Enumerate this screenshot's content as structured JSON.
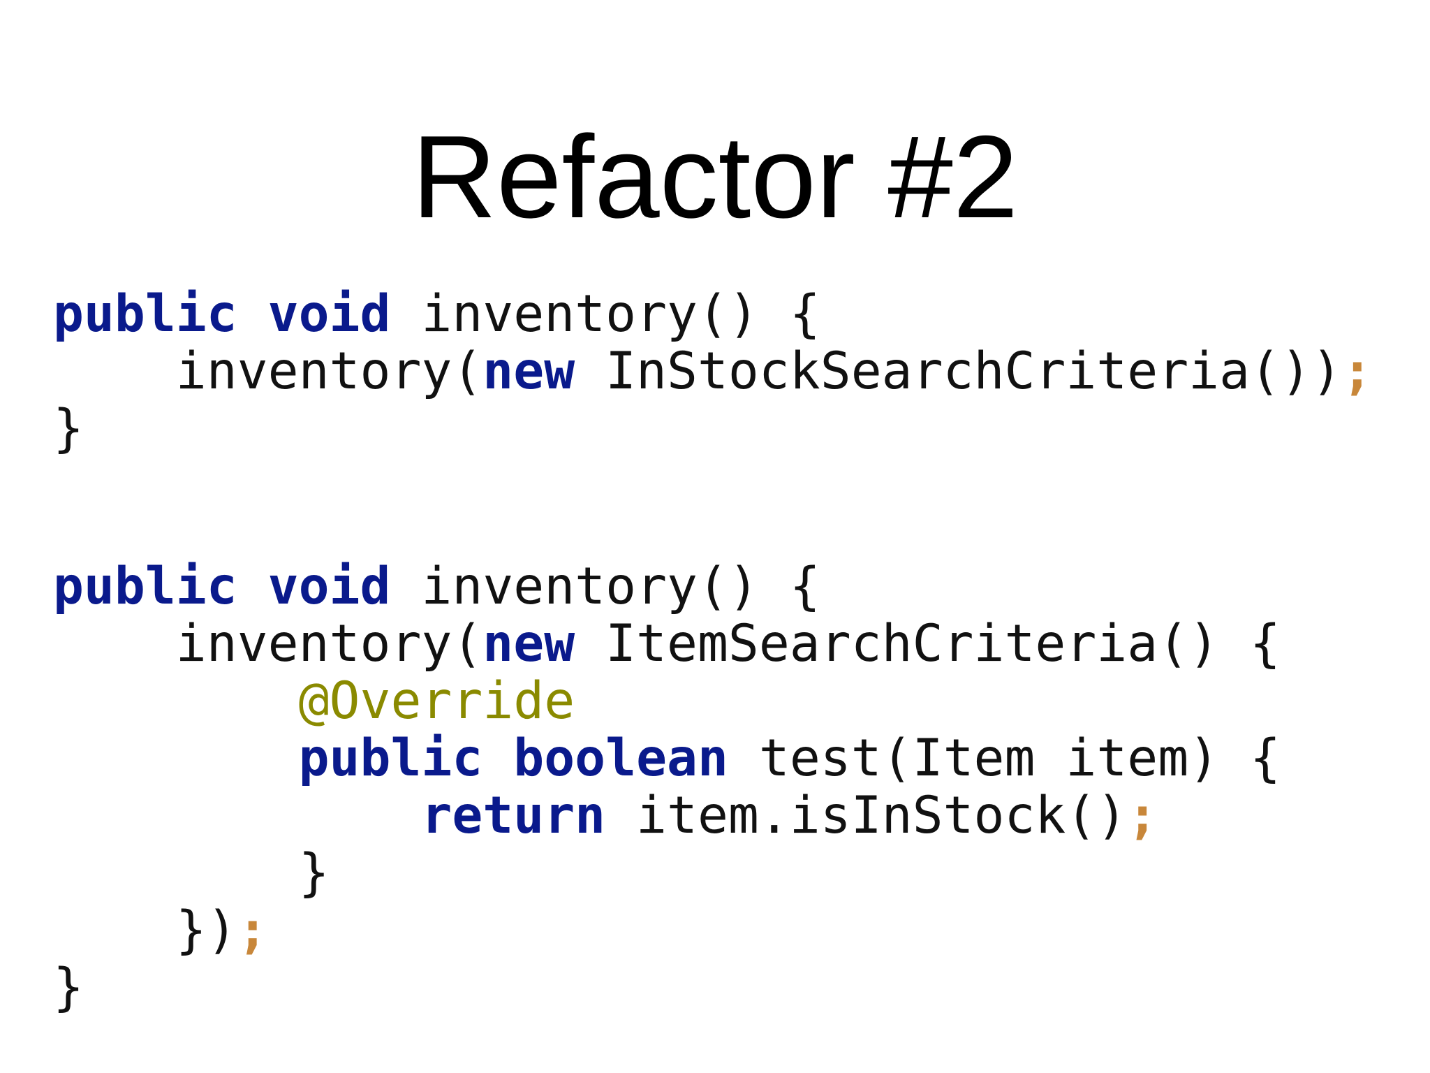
{
  "slide": {
    "title": "Refactor #2"
  },
  "code_blocks": [
    {
      "lines": [
        [
          {
            "t": "public",
            "k": "kw"
          },
          {
            "t": " ",
            "k": "plain"
          },
          {
            "t": "void",
            "k": "kw"
          },
          {
            "t": " inventory() {",
            "k": "plain"
          }
        ],
        [
          {
            "t": "    inventory(",
            "k": "plain"
          },
          {
            "t": "new",
            "k": "kw"
          },
          {
            "t": " InStockSearchCriteria())",
            "k": "plain"
          },
          {
            "t": ";",
            "k": "semi"
          }
        ],
        [
          {
            "t": "}",
            "k": "plain"
          }
        ]
      ]
    },
    {
      "lines": [
        [
          {
            "t": "public",
            "k": "kw"
          },
          {
            "t": " ",
            "k": "plain"
          },
          {
            "t": "void",
            "k": "kw"
          },
          {
            "t": " inventory() {",
            "k": "plain"
          }
        ],
        [
          {
            "t": "    inventory(",
            "k": "plain"
          },
          {
            "t": "new",
            "k": "kw"
          },
          {
            "t": " ItemSearchCriteria() {",
            "k": "plain"
          }
        ],
        [
          {
            "t": "        ",
            "k": "plain"
          },
          {
            "t": "@Override",
            "k": "ann"
          }
        ],
        [
          {
            "t": "        ",
            "k": "plain"
          },
          {
            "t": "public",
            "k": "kw"
          },
          {
            "t": " ",
            "k": "plain"
          },
          {
            "t": "boolean",
            "k": "kw"
          },
          {
            "t": " test(Item item) {",
            "k": "plain"
          }
        ],
        [
          {
            "t": "            ",
            "k": "plain"
          },
          {
            "t": "return",
            "k": "kw"
          },
          {
            "t": " item.isInStock()",
            "k": "plain"
          },
          {
            "t": ";",
            "k": "semi"
          }
        ],
        [
          {
            "t": "        }",
            "k": "plain"
          }
        ],
        [
          {
            "t": "    })",
            "k": "plain"
          },
          {
            "t": ";",
            "k": "semi"
          }
        ],
        [
          {
            "t": "}",
            "k": "plain"
          }
        ]
      ]
    }
  ],
  "colors": {
    "keyword": "#0a1a8c",
    "annotation": "#8a8a00",
    "semicolon": "#c8873a",
    "text": "#111111",
    "background": "#ffffff"
  }
}
